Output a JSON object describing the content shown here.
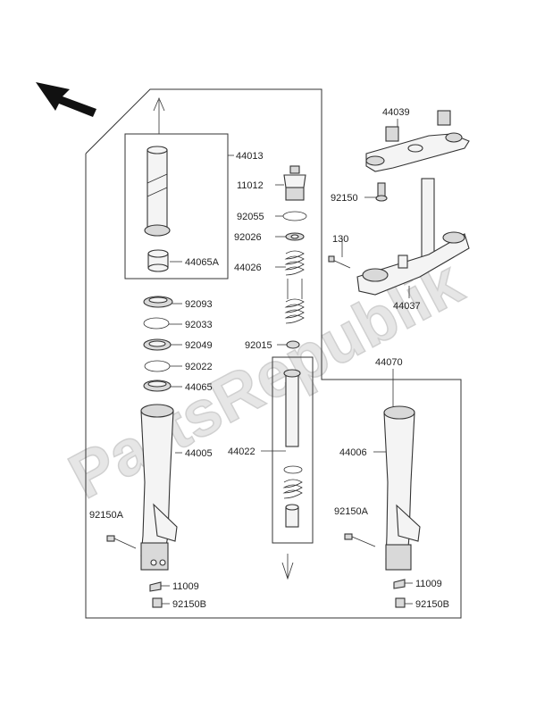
{
  "watermark": "PartsRepublik",
  "labels": {
    "p44013": "44013",
    "p11012": "11012",
    "p92055": "92055",
    "p92026": "92026",
    "p44026": "44026",
    "p44065A": "44065A",
    "p92093": "92093",
    "p92033": "92033",
    "p92049": "92049",
    "p92022": "92022",
    "p44065": "44065",
    "p92015": "92015",
    "p44005": "44005",
    "p44022": "44022",
    "p92150A_left": "92150A",
    "p11009_left": "11009",
    "p92150B_left": "92150B",
    "p44039": "44039",
    "p92150": "92150",
    "p130": "130",
    "p44037": "44037",
    "p44070": "44070",
    "p44006": "44006",
    "p92150A_right": "92150A",
    "p11009_right": "11009",
    "p92150B_right": "92150B"
  }
}
